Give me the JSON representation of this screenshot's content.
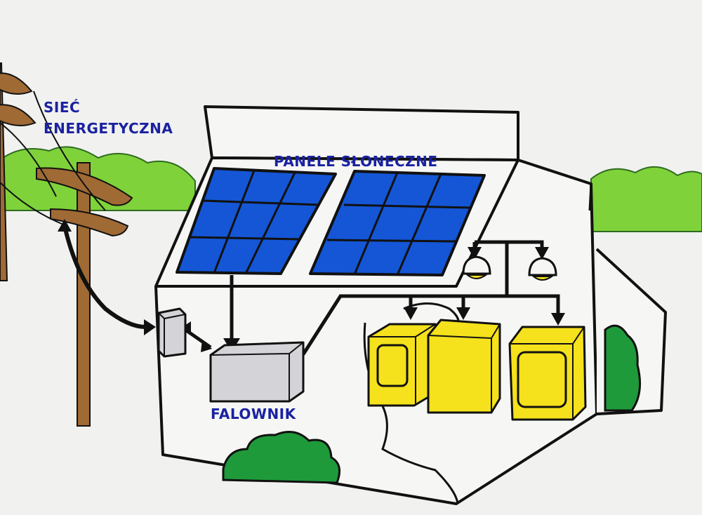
{
  "labels": {
    "grid_line1": "SIEĆ",
    "grid_line2": "ENERGETYCZNA",
    "panels": "PANELE SŁONECZNE",
    "inverter": "FALOWNIK"
  },
  "colors": {
    "background": "#f1f1f0",
    "outline": "#111111",
    "label_text": "#1a22a0",
    "solar_panel": "#1456d6",
    "appliance": "#f5e11c",
    "shrub_light": "#7fd23a",
    "shrub_dark": "#1f9a3a",
    "pole": "#a06a34",
    "device_gray": "#d4d4d8"
  },
  "icons": [
    "utility-pole-icon",
    "solar-panel-icon",
    "inverter-box-icon",
    "meter-box-icon",
    "ceiling-lamp-icon",
    "washing-machine-icon",
    "shrub-icon"
  ]
}
